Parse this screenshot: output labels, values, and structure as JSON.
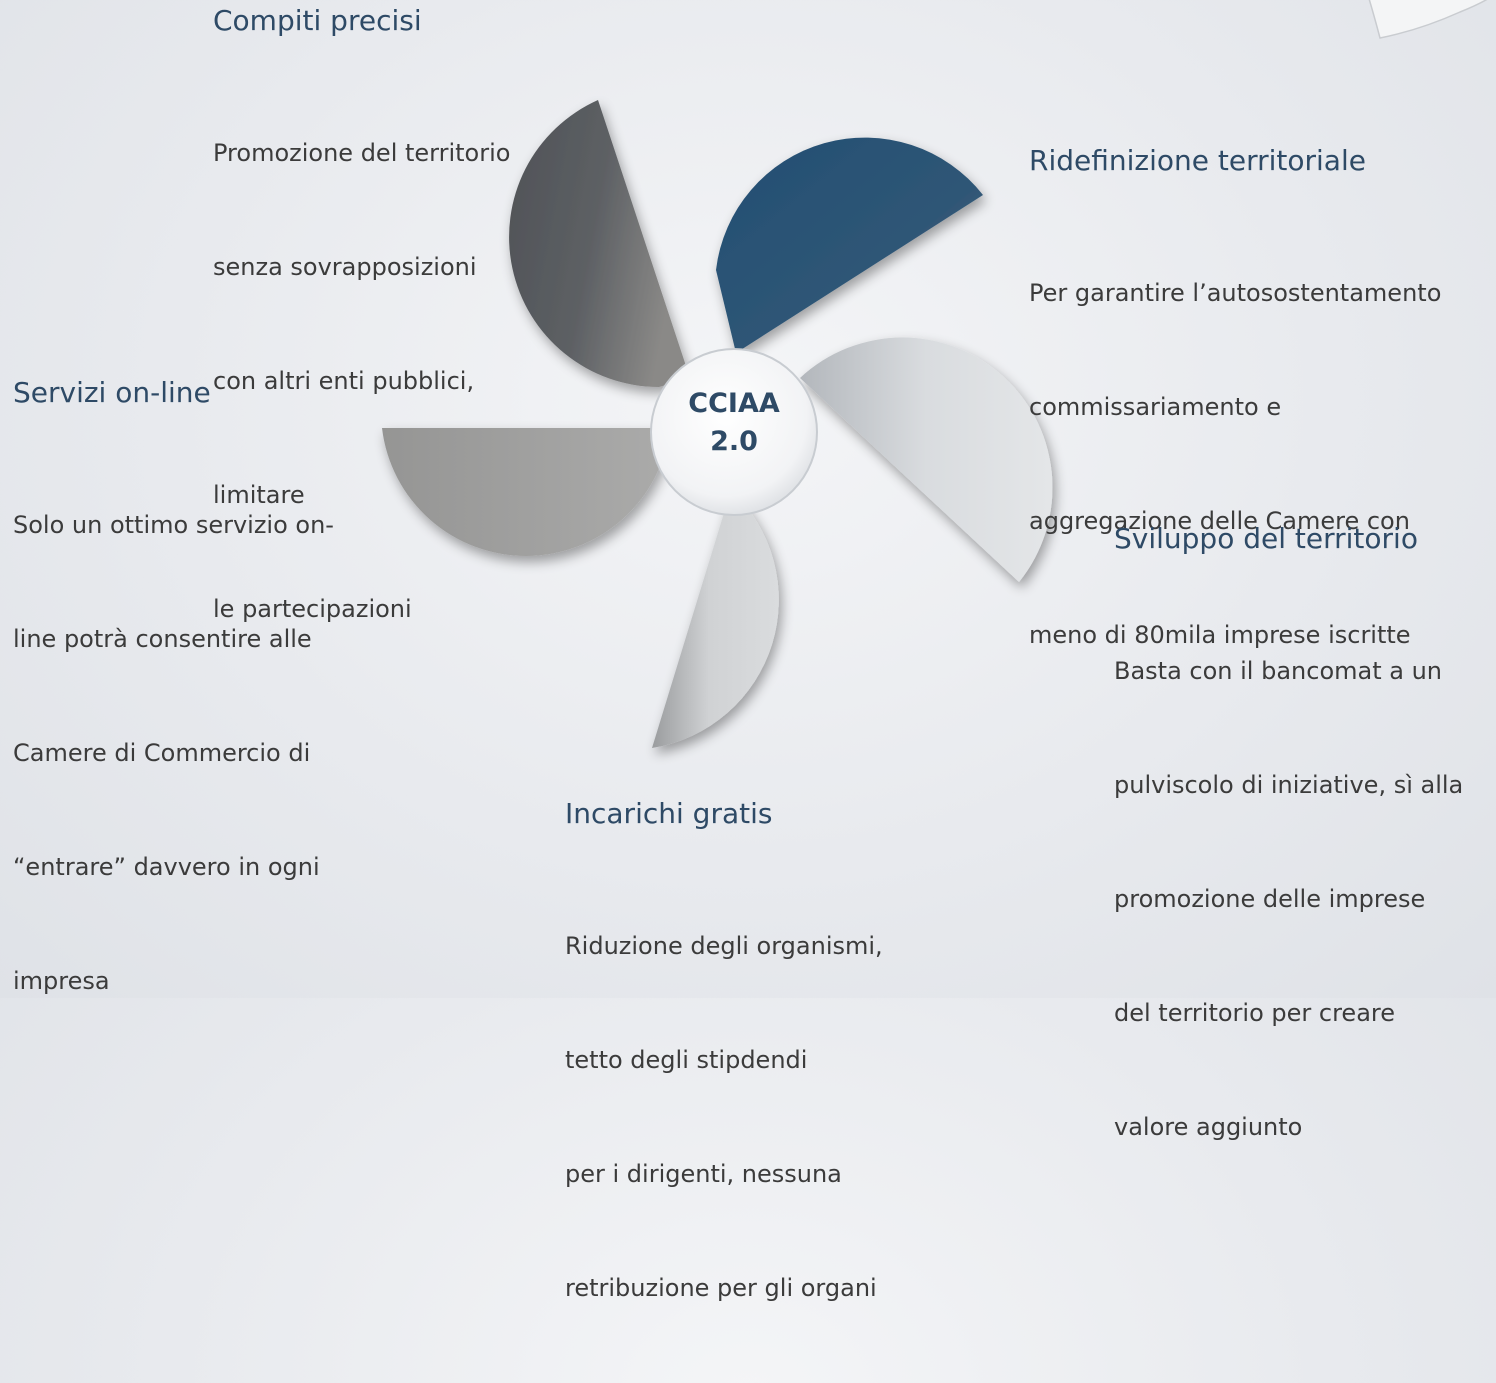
{
  "center": {
    "line1": "CCIAA",
    "line2": "2.0"
  },
  "blocks": [
    {
      "id": "compiti",
      "title": "Compiti precisi",
      "lines": [
        "Promozione del territorio",
        "senza sovrapposizioni",
        "con altri enti pubblici,",
        "limitare",
        "le partecipazioni"
      ]
    },
    {
      "id": "ridefinizione",
      "title": "Ridefinizione territoriale",
      "lines": [
        "Per garantire l’autosostentamento",
        "commissariamento e",
        "aggregazione delle Camere con",
        "meno di 80mila imprese iscritte"
      ]
    },
    {
      "id": "servizi",
      "title": "Servizi on-line",
      "lines": [
        "Solo un ottimo servizio on-",
        "line potrà consentire alle",
        "Camere di Commercio di",
        "“entrare” davvero in ogni",
        "impresa"
      ]
    },
    {
      "id": "sviluppo",
      "title": "Sviluppo del territorio",
      "lines": [
        "Basta con il bancomat a un",
        "pulviscolo di iniziative, sì alla",
        "promozione delle imprese",
        "del territorio per creare",
        "valore aggiunto"
      ]
    },
    {
      "id": "incarichi",
      "title": "Incarichi gratis",
      "lines": [
        "Riduzione degli organismi,",
        "tetto degli stipdendi",
        "per i dirigenti, nessuna",
        "retribuzione per gli organi"
      ]
    }
  ],
  "colors": {
    "title": "#2e4a66",
    "body": "#3b3b3b",
    "blade_blue": "#2c5274",
    "blade_dark_gray": "#5c5e62",
    "blade_mid_gray": "#9e9f9d",
    "blade_light_gray": "#cfd2d6"
  }
}
